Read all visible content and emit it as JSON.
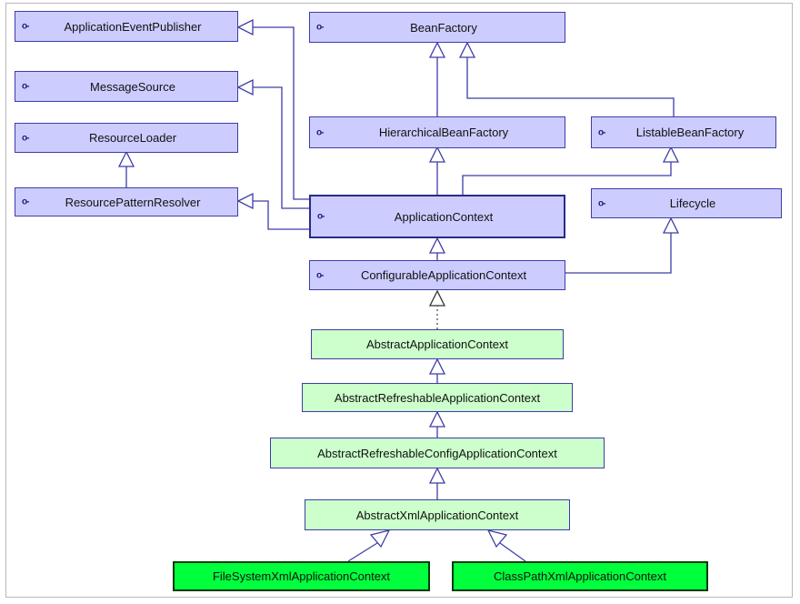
{
  "colors": {
    "interface_fill": "#ccccff",
    "abstract_fill": "#ccffcc",
    "concrete_fill": "#00ff3c",
    "line": "#3d3da8"
  },
  "interface_icon": "interface-icon",
  "nodes": {
    "application_event_publisher": "ApplicationEventPublisher",
    "bean_factory": "BeanFactory",
    "message_source": "MessageSource",
    "resource_loader": "ResourceLoader",
    "hierarchical_bean_factory": "HierarchicalBeanFactory",
    "listable_bean_factory": "ListableBeanFactory",
    "resource_pattern_resolver": "ResourcePatternResolver",
    "application_context": "ApplicationContext",
    "lifecycle": "Lifecycle",
    "configurable_application_context": "ConfigurableApplicationContext",
    "abstract_application_context": "AbstractApplicationContext",
    "abstract_refreshable_application_context": "AbstractRefreshableApplicationContext",
    "abstract_refreshable_config_application_context": "AbstractRefreshableConfigApplicationContext",
    "abstract_xml_application_context": "AbstractXmlApplicationContext",
    "file_system_xml_application_context": "FileSystemXmlApplicationContext",
    "class_path_xml_application_context": "ClassPathXmlApplicationContext"
  },
  "relations": [
    {
      "from": "hierarchical_bean_factory",
      "to": "bean_factory",
      "kind": "extends"
    },
    {
      "from": "listable_bean_factory",
      "to": "bean_factory",
      "kind": "extends"
    },
    {
      "from": "resource_pattern_resolver",
      "to": "resource_loader",
      "kind": "extends"
    },
    {
      "from": "application_context",
      "to": "hierarchical_bean_factory",
      "kind": "extends"
    },
    {
      "from": "application_context",
      "to": "listable_bean_factory",
      "kind": "extends"
    },
    {
      "from": "application_context",
      "to": "application_event_publisher",
      "kind": "extends"
    },
    {
      "from": "application_context",
      "to": "message_source",
      "kind": "extends"
    },
    {
      "from": "application_context",
      "to": "resource_pattern_resolver",
      "kind": "extends"
    },
    {
      "from": "configurable_application_context",
      "to": "application_context",
      "kind": "extends"
    },
    {
      "from": "configurable_application_context",
      "to": "lifecycle",
      "kind": "extends"
    },
    {
      "from": "abstract_application_context",
      "to": "configurable_application_context",
      "kind": "implements"
    },
    {
      "from": "abstract_refreshable_application_context",
      "to": "abstract_application_context",
      "kind": "extends"
    },
    {
      "from": "abstract_refreshable_config_application_context",
      "to": "abstract_refreshable_application_context",
      "kind": "extends"
    },
    {
      "from": "abstract_xml_application_context",
      "to": "abstract_refreshable_config_application_context",
      "kind": "extends"
    },
    {
      "from": "file_system_xml_application_context",
      "to": "abstract_xml_application_context",
      "kind": "extends"
    },
    {
      "from": "class_path_xml_application_context",
      "to": "abstract_xml_application_context",
      "kind": "extends"
    }
  ]
}
